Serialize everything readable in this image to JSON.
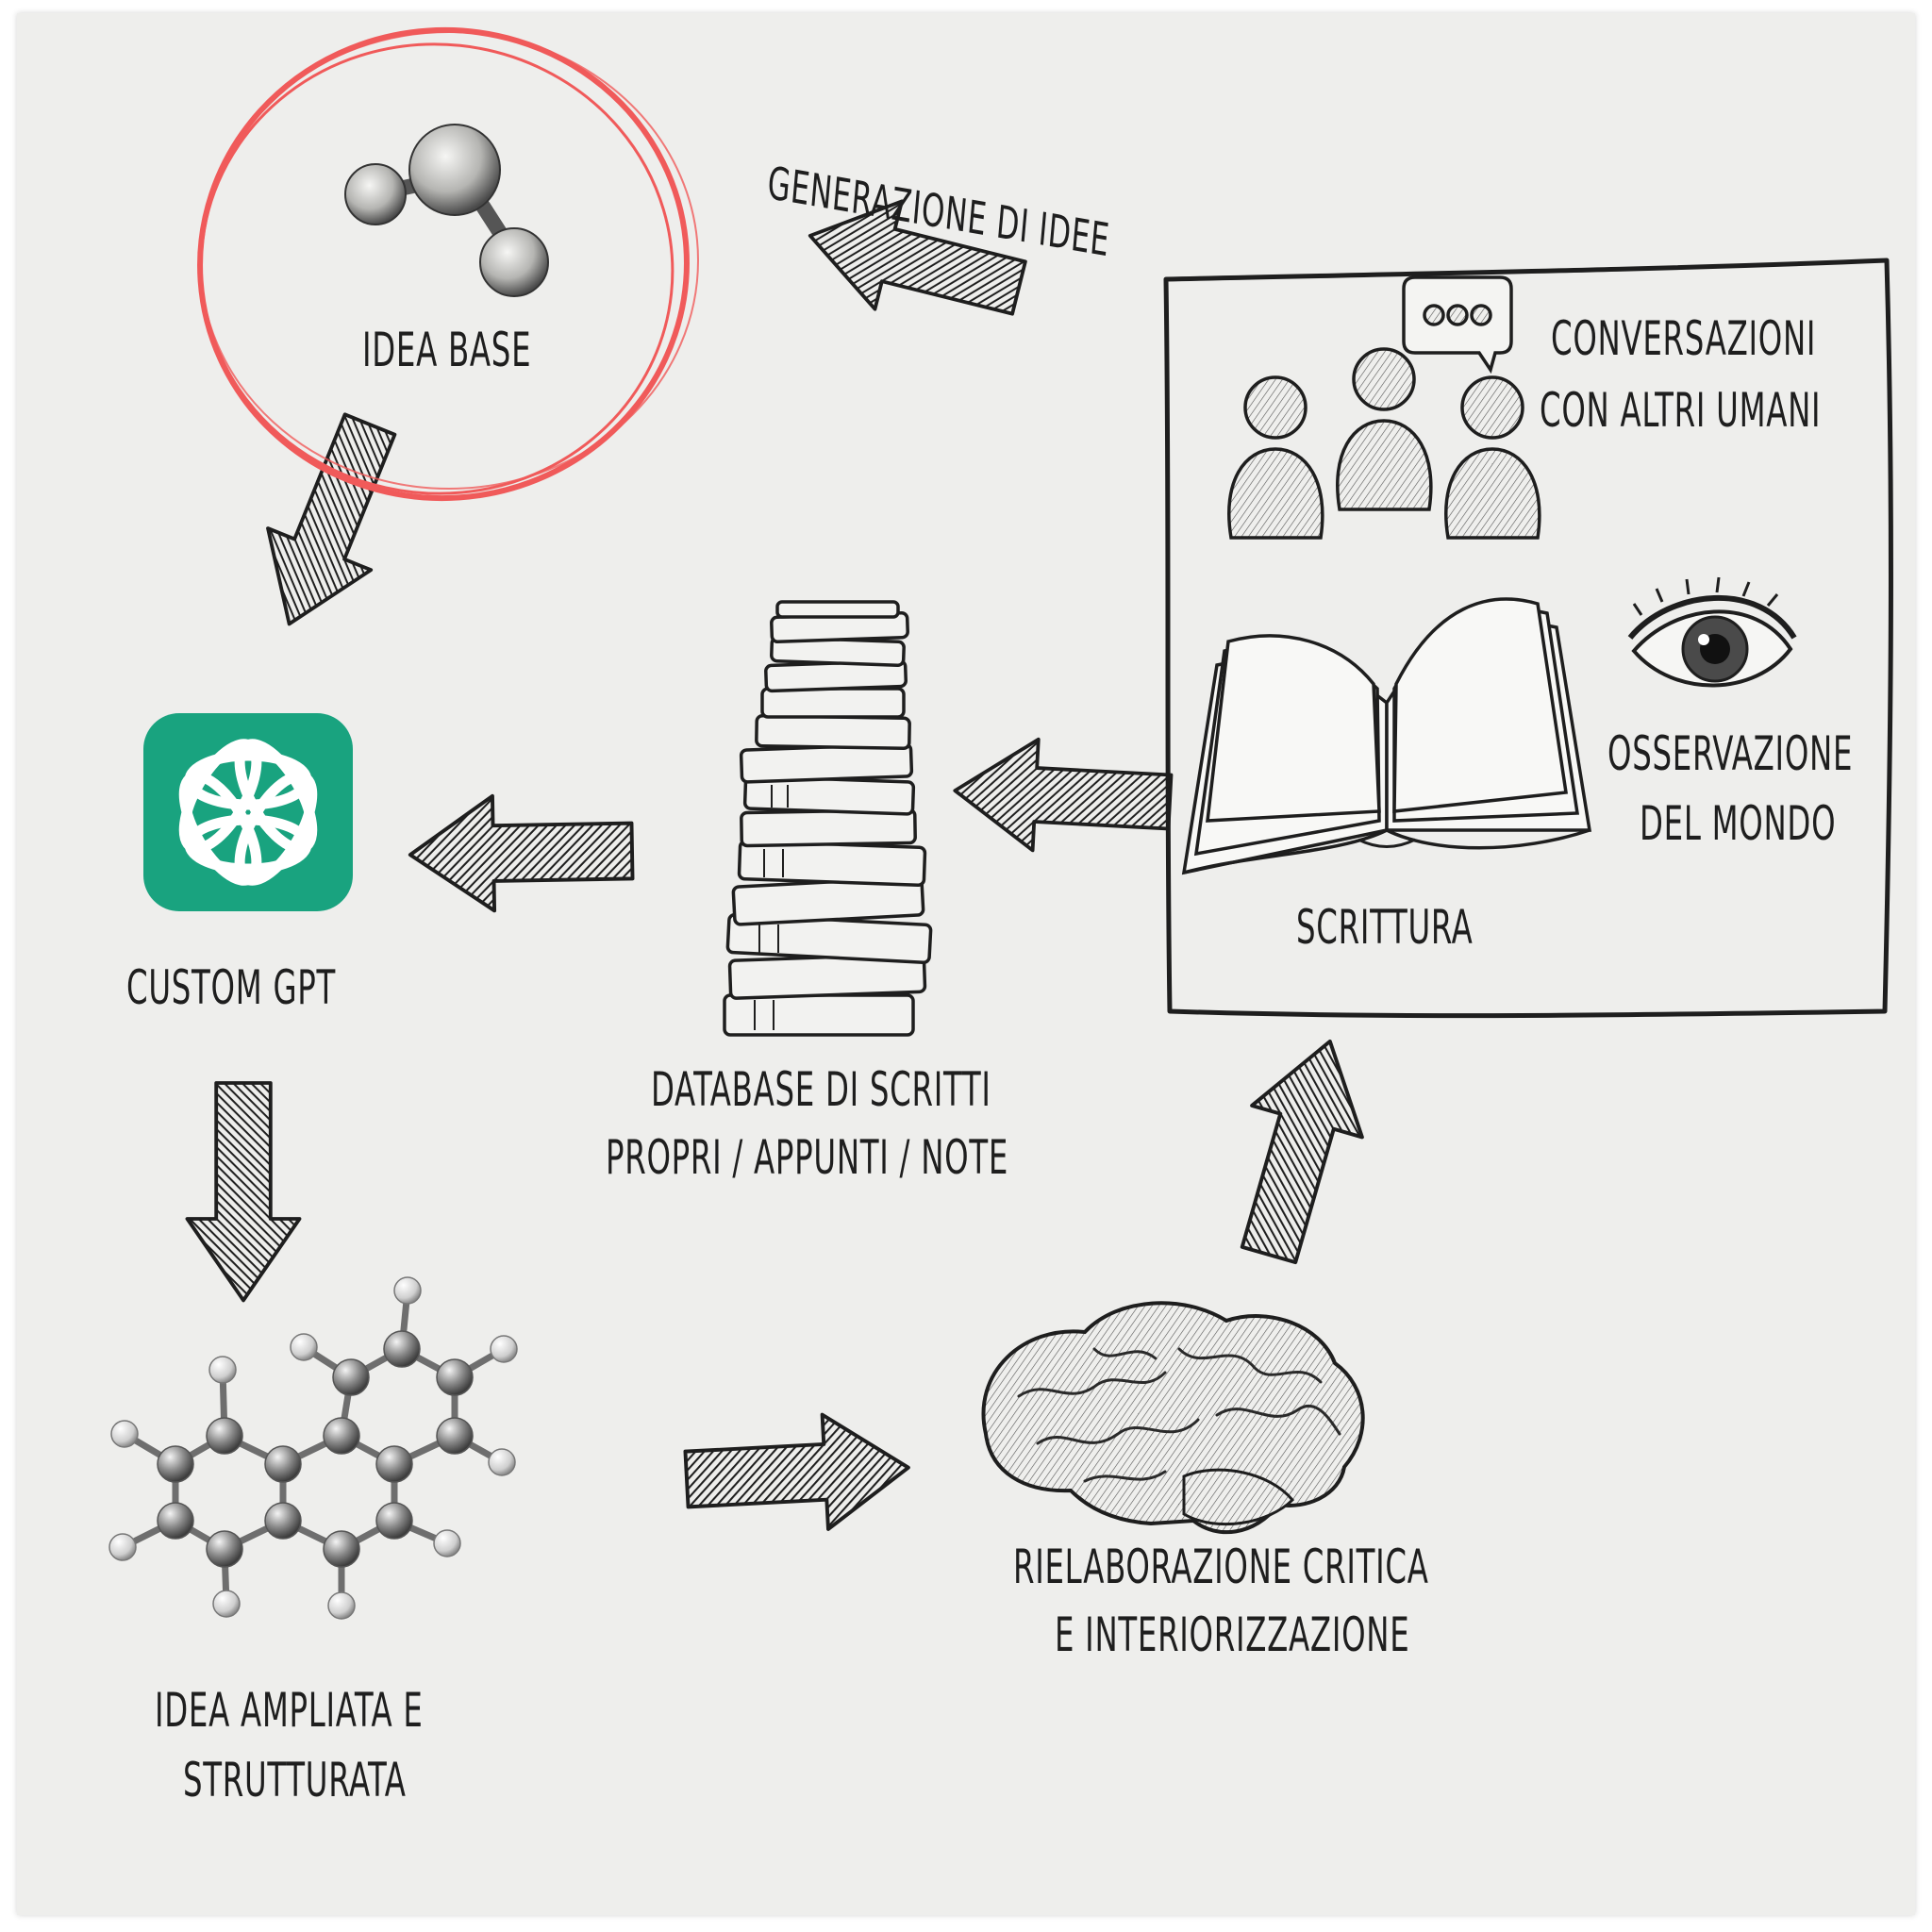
{
  "colors": {
    "paper": "#eeeeec",
    "ink": "#1e1e1e",
    "highlight_circle": "#f05a5a",
    "gpt_green": "#19a37f"
  },
  "nodes": {
    "idea_base": {
      "label": "IDEA BASE",
      "icon": "molecule-icon"
    },
    "custom_gpt": {
      "label": "CUSTOM GPT",
      "icon": "openai-logo-icon"
    },
    "idea_ampliata": {
      "line1": "IDEA AMPLIATA E",
      "line2": "STRUTTURATA",
      "icon": "complex-molecule-icon"
    },
    "rielaborazione": {
      "line1": "RIELABORAZIONE CRITICA",
      "line2": "E INTERIORIZZAZIONE",
      "icon": "brain-icon"
    },
    "database": {
      "line1": "DATABASE DI SCRITTI",
      "line2": "PROPRI / APPUNTI / NOTE",
      "icon": "book-stack-icon"
    },
    "conversazioni": {
      "line1": "CONVERSAZIONI",
      "line2": "CON ALTRI UMANI",
      "icon": "people-chat-icon"
    },
    "osservazione": {
      "line1": "OSSERVAZIONE",
      "line2": "DEL MONDO",
      "icon": "eye-icon"
    },
    "scrittura": {
      "label": "SCRITTURA",
      "icon": "open-book-icon"
    }
  },
  "edges": {
    "generazione": {
      "label": "GENERAZIONE DI IDEE",
      "from": "sources",
      "to": "idea_base"
    }
  }
}
